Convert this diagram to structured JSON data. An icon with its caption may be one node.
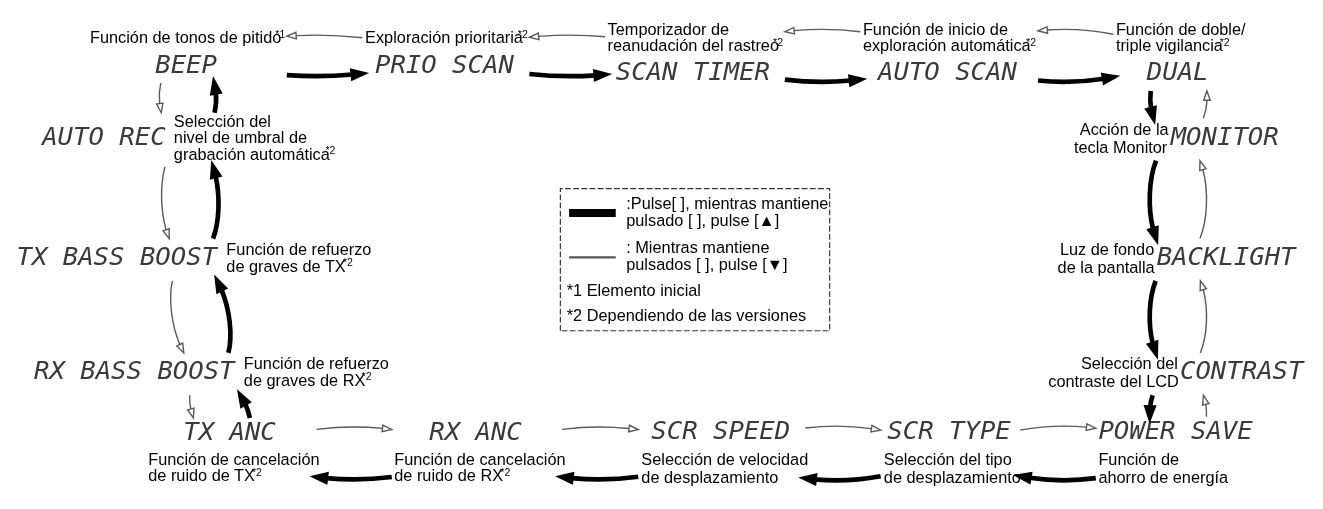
{
  "diagram": {
    "nodes": [
      {
        "text": [
          "BEEP"
        ],
        "beside": [
          "Función de tonos de pitido$^{*1}$"
        ]
      },
      {
        "text": [
          "PRIO SCAN"
        ],
        "beside": [
          "Exploración prioritaria$^{*2}$"
        ]
      },
      {
        "text": [
          "SCAN TIMER"
        ],
        "beside": [
          "Temporizador de reanudación del rastreo$^{*2}$"
        ]
      },
      {
        "text": [
          "AUTO SCAN"
        ],
        "beside": [
          "Función de inicio de exploración automática$^{*2}$"
        ]
      },
      {
        "text": [
          "DUAL"
        ],
        "beside": [
          "Función de doble/ triple vigilancia$^{*2}$"
        ]
      },
      {
        "text": [
          "AUTO REC"
        ],
        "beside": [
          "Selección del nivel de umbral de grabación automática$^{*2}$"
        ]
      },
      {
        "text": [
          "MONITOR"
        ],
        "beside": [
          "Acción de la tecla Monitor"
        ]
      },
      {
        "text": [
          "TX BASS BOOST"
        ],
        "beside": [
          "Función de refuerzo de graves de TX$^{*2}$"
        ]
      },
      {
        "text": [
          "BACKLIGHT"
        ],
        "beside": [
          "Luz de fondo de la pantalla"
        ]
      },
      {
        "text": [
          "RX BASS BOOST"
        ],
        "beside": [
          "Función de refuerzo de graves de RX$^{*2}$"
        ]
      },
      {
        "text": [
          "CONTRAST"
        ],
        "beside": [
          "Selección del contraste del LCD"
        ]
      },
      {
        "text": [
          "TX ANC"
        ],
        "beside": [
          "Función de cancelación de ruido de TX$^{*2}$"
        ]
      },
      {
        "text": [
          "RX ANC"
        ],
        "beside": [
          "Función de cancelación de ruido de RX$^{*2}$"
        ]
      },
      {
        "text": [
          "SCR SPEED"
        ],
        "beside": [
          "Selección de velocidad de desplazamiento"
        ]
      },
      {
        "text": [
          "SCR TYPE"
        ],
        "beside": [
          "Selección del tipo de desplazamiento"
        ]
      },
      {
        "text": [
          "POWER SAVE"
        ],
        "beside": [
          "Función de ahorro de energía"
        ]
      }
    ],
    "edges": [
      {
        "from": 0,
        "to": 1,
        "arrow": "to",
        "style": "thick"
      },
      {
        "from": 1,
        "to": 0,
        "arrow": "to",
        "color": "#595959"
      },
      {
        "from": 1,
        "to": 2,
        "arrow": "to",
        "style": "thick"
      },
      {
        "from": 2,
        "to": 1,
        "arrow": "to",
        "color": "#595959"
      },
      {
        "from": 2,
        "to": 3,
        "arrow": "to",
        "style": "thick"
      },
      {
        "from": 3,
        "to": 2,
        "arrow": "to",
        "color": "#595959"
      },
      {
        "from": 3,
        "to": 4,
        "arrow": "to",
        "style": "thick"
      },
      {
        "from": 4,
        "to": 3,
        "arrow": "to",
        "color": "#595959"
      },
      {
        "from": 4,
        "to": 6,
        "arrow": "to",
        "style": "thick"
      },
      {
        "from": 6,
        "to": 4,
        "arrow": "to",
        "color": "#595959"
      },
      {
        "from": 6,
        "to": 8,
        "arrow": "to",
        "style": "thick"
      },
      {
        "from": 8,
        "to": 6,
        "arrow": "to",
        "color": "#595959"
      },
      {
        "from": 8,
        "to": 10,
        "arrow": "to",
        "style": "thick"
      },
      {
        "from": 10,
        "to": 8,
        "arrow": "to",
        "color": "#595959"
      },
      {
        "from": 10,
        "to": 15,
        "arrow": "to",
        "style": "thick"
      },
      {
        "from": 15,
        "to": 10,
        "arrow": "to",
        "color": "#595959"
      },
      {
        "from": 15,
        "to": 14,
        "arrow": "to",
        "style": "thick"
      },
      {
        "from": 14,
        "to": 15,
        "arrow": "to",
        "color": "#595959"
      },
      {
        "from": 14,
        "to": 13,
        "arrow": "to",
        "style": "thick"
      },
      {
        "from": 13,
        "to": 14,
        "arrow": "to",
        "color": "#595959"
      },
      {
        "from": 13,
        "to": 12,
        "arrow": "to",
        "style": "thick"
      },
      {
        "from": 12,
        "to": 13,
        "arrow": "to",
        "color": "#595959"
      },
      {
        "from": 12,
        "to": 11,
        "arrow": "to",
        "style": "thick"
      },
      {
        "from": 11,
        "to": 12,
        "arrow": "to",
        "color": "#595959"
      },
      {
        "from": 11,
        "to": 9,
        "arrow": "to",
        "style": "thick"
      },
      {
        "from": 9,
        "to": 11,
        "arrow": "to",
        "color": "#595959"
      },
      {
        "from": 9,
        "to": 7,
        "arrow": "to",
        "style": "thick"
      },
      {
        "from": 7,
        "to": 9,
        "arrow": "to",
        "color": "#595959"
      },
      {
        "from": 7,
        "to": 5,
        "arrow": "to",
        "style": "thick"
      },
      {
        "from": 5,
        "to": 7,
        "arrow": "to",
        "color": "#595959"
      },
      {
        "from": 5,
        "to": 0,
        "arrow": "to",
        "style": "thick"
      },
      {
        "from": 0,
        "to": 5,
        "arrow": "to",
        "color": "#595959"
      }
    ],
    "labels": [
      "*1 Elemento inicial",
      "*2 Dependiendo de las versiones"
    ],
    "legend": [
      {
        "text": ":Pulse[ ], mientras mantiene pulsado [ ], pulse [▲]"
      },
      {
        "text": ": Mientras mantiene pulsados [ ], pulse [▼]"
      }
    ]
  }
}
